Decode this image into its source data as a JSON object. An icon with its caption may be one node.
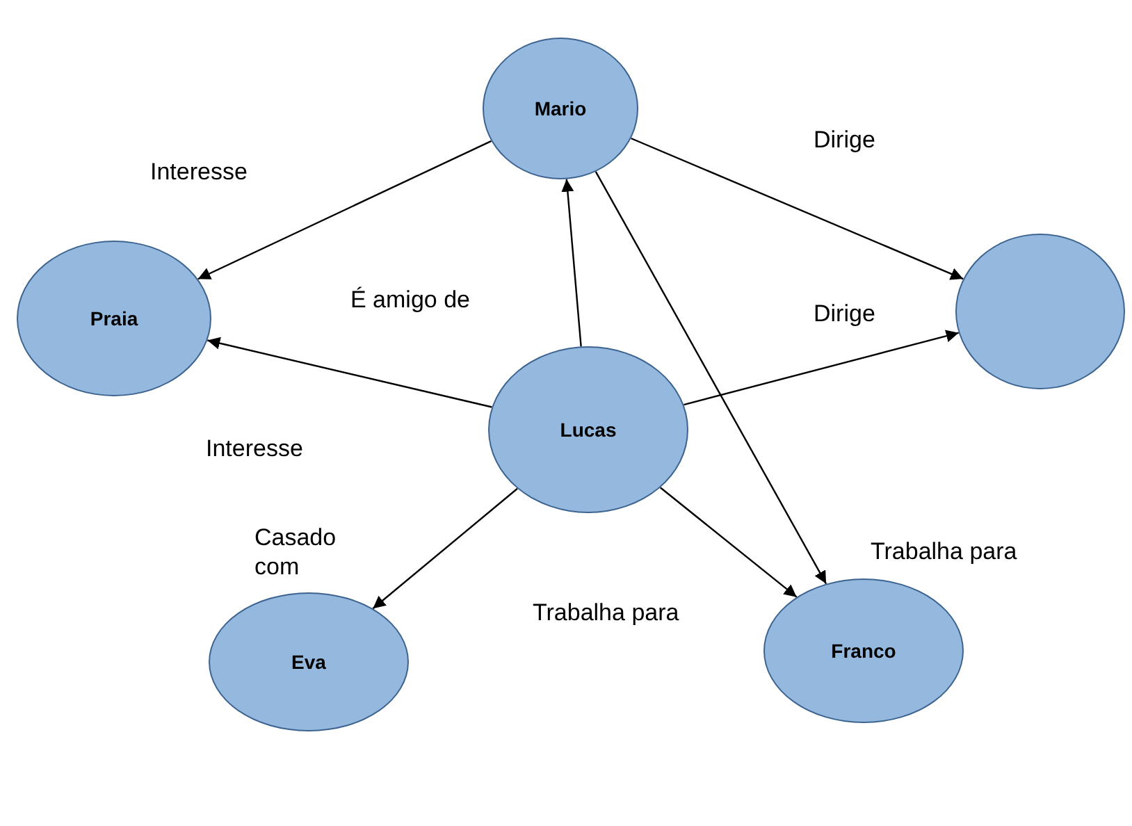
{
  "diagram": {
    "nodes": [
      {
        "text": [
          "Mario"
        ]
      },
      {
        "text": [
          "Praia"
        ]
      },
      {
        "text": [],
        "shape": "circle"
      },
      {
        "text": [
          "Lucas"
        ]
      },
      {
        "text": [
          "Eva"
        ]
      },
      {
        "text": [
          "Franco"
        ]
      }
    ],
    "edges": [
      {
        "from": 0,
        "to": 1,
        "arrow": "to",
        "label": "Interesse"
      },
      {
        "from": 0,
        "to": 2,
        "arrow": "to",
        "label": "Dirige"
      },
      {
        "from": 0,
        "to": 5,
        "arrow": "to",
        "label": "Trabalha para"
      },
      {
        "from": 3,
        "to": 0,
        "arrow": "to",
        "label": "É amigo de"
      },
      {
        "from": 3,
        "to": 1,
        "arrow": "to",
        "label": "Interesse"
      },
      {
        "from": 3,
        "to": 2,
        "arrow": "to",
        "label": "Dirige"
      },
      {
        "from": 3,
        "to": 4,
        "arrow": "to",
        "label": "Casado com"
      },
      {
        "from": 3,
        "to": 5,
        "arrow": "to",
        "label": "Trabalha para"
      }
    ]
  }
}
